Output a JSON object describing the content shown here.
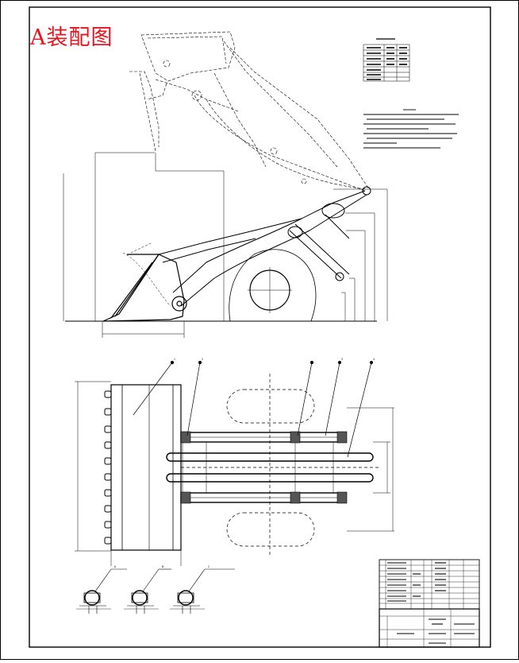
{
  "drawing": {
    "title": "A装配图"
  },
  "balloons": [
    "1",
    "2",
    "3",
    "4"
  ],
  "section_views": [
    {
      "id": "A"
    },
    {
      "id": "B"
    },
    {
      "id": "C"
    }
  ]
}
